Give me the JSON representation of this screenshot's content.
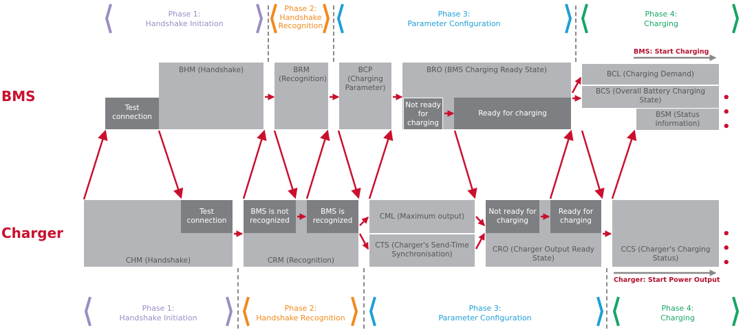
{
  "colors": {
    "phase1": "#9b8cc4",
    "phase2": "#f08a1c",
    "phase3": "#1e9fd6",
    "phase4": "#16a564",
    "accent": "#c8102e",
    "box": "#b3b5b8",
    "box_dark": "#7d7f82"
  },
  "top_phases": [
    {
      "title": "Phase 1:",
      "sub": "Handshake Initiation"
    },
    {
      "title": "Phase 2:",
      "sub": "Handshake Recognition"
    },
    {
      "title": "Phase 3:",
      "sub": "Parameter Configuration"
    },
    {
      "title": "Phase 4:",
      "sub": "Charging"
    }
  ],
  "top_phase2_lines": [
    "Phase 2:",
    "Handshake",
    "Recognition"
  ],
  "bottom_phases": [
    {
      "title": "Phase 1:",
      "sub": "Handshake Initiation"
    },
    {
      "title": "Phase 2:",
      "sub": "Handshake Recognition"
    },
    {
      "title": "Phase 3:",
      "sub": "Parameter Configuration"
    },
    {
      "title": "Phase 4:",
      "sub": "Charging"
    }
  ],
  "rows": {
    "bms": "BMS",
    "charger": "Charger"
  },
  "bms": {
    "test_connection": "Test connection",
    "bhm": "BHM (Handshake)",
    "brm": "BRM (Recognition)",
    "bcp": "BCP (Charging Parameter)",
    "bro": "BRO (BMS Charging Ready State)",
    "not_ready": "Not ready for charging",
    "ready": "Ready for charging",
    "bcl": "BCL (Charging Demand)",
    "bcs": "BCS (Overall Battery Charging State)",
    "bsm": "BSM (Status information)",
    "start_note": "BMS: Start Charging"
  },
  "charger": {
    "chm": "CHM (Handshake)",
    "test_connection": "Test connection",
    "crm": "CRM (Recognition)",
    "not_recognized": "BMS is not recognized",
    "recognized": "BMS is recognized",
    "cml": "CML (Maximum output)",
    "cts": "CTS (Charger's Send-Time Synchronisation)",
    "not_ready": "Not ready for charging",
    "ready": "Ready for charging",
    "cro": "CRO (Charger Output Ready State)",
    "ccs": "CCS (Charger's Charging Status)",
    "start_note": "Charger: Start Power Output"
  },
  "ellipsis": "• • •"
}
